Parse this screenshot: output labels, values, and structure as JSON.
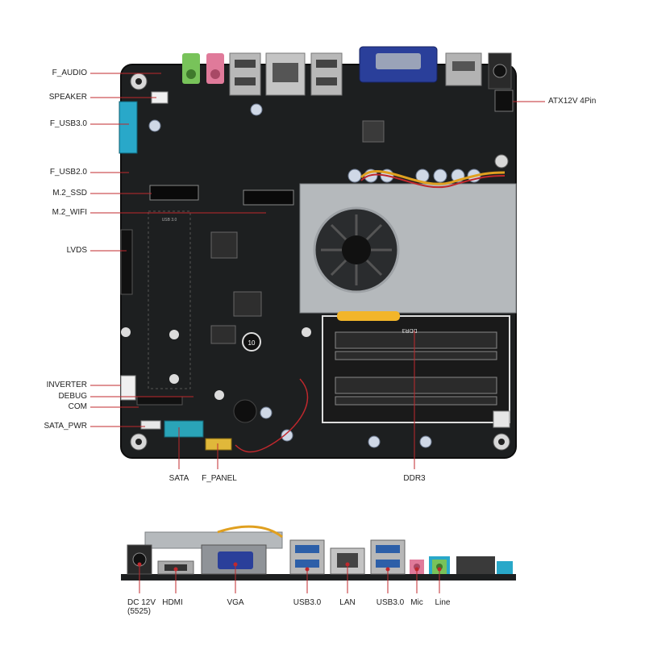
{
  "board_labels": {
    "left": [
      "F_AUDIO",
      "SPEAKER",
      "F_USB3.0",
      "F_USB2.0",
      "M.2_SSD",
      "M.2_WIFI",
      "LVDS",
      "INVERTER",
      "DEBUG",
      "COM",
      "SATA_PWR"
    ],
    "right": [
      "ATX12V 4Pin"
    ],
    "bottom": [
      "SATA",
      "F_PANEL",
      "DDR3"
    ]
  },
  "io_labels": [
    "DC 12V",
    "(5525)",
    "HDMI",
    "VGA",
    "USB3.0",
    "LAN",
    "USB3.0",
    "Mic",
    "Line"
  ],
  "board_marks": {
    "chip_text": "10",
    "usb_header_text": "USB 3.0",
    "ram_label": "DDR3"
  },
  "colors": {
    "pcb": "#1d1f20",
    "leader": "#c0282d",
    "heatsink": "#b5b9bc",
    "vga": "#2a3f9a",
    "usb3": "#2d5fa8",
    "sata": "#2aa4b8",
    "audio_green": "#78c35a",
    "audio_pink": "#e07a9a",
    "header_cyan": "#29a8c9"
  }
}
